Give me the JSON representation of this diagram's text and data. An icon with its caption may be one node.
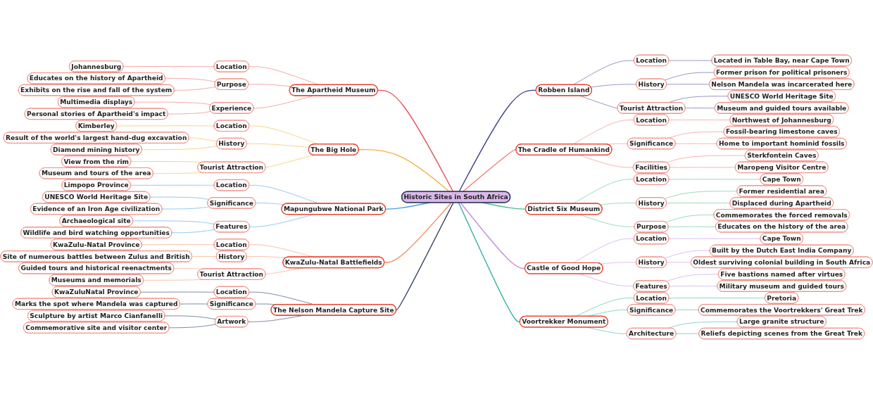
{
  "diagram": {
    "nodes": [
      {
        "text": [
          "Historic Sites in South Africa"
        ]
      },
      {
        "text": [
          "The Apartheid Museum"
        ]
      },
      {
        "text": [
          "Location"
        ]
      },
      {
        "text": [
          "Johannesburg"
        ]
      },
      {
        "text": [
          "Purpose"
        ]
      },
      {
        "text": [
          "Educates on the history of Apartheid"
        ]
      },
      {
        "text": [
          "Exhibits on the rise and fall of the system"
        ]
      },
      {
        "text": [
          "Experience"
        ]
      },
      {
        "text": [
          "Multimedia displays"
        ]
      },
      {
        "text": [
          "Personal stories of Apartheid's impact"
        ]
      },
      {
        "text": [
          "The Big Hole"
        ]
      },
      {
        "text": [
          "Location"
        ]
      },
      {
        "text": [
          "Kimberley"
        ]
      },
      {
        "text": [
          "History"
        ]
      },
      {
        "text": [
          "Result of the world's largest hand-dug excavation"
        ]
      },
      {
        "text": [
          "Diamond mining history"
        ]
      },
      {
        "text": [
          "Tourist Attraction"
        ]
      },
      {
        "text": [
          "View from the rim"
        ]
      },
      {
        "text": [
          "Museum and tours of the area"
        ]
      },
      {
        "text": [
          "Mapungubwe National Park"
        ]
      },
      {
        "text": [
          "Location"
        ]
      },
      {
        "text": [
          "Limpopo Province"
        ]
      },
      {
        "text": [
          "Significance"
        ]
      },
      {
        "text": [
          "UNESCO World Heritage Site"
        ]
      },
      {
        "text": [
          "Evidence of an Iron Age civilization"
        ]
      },
      {
        "text": [
          "Features"
        ]
      },
      {
        "text": [
          "Archaeological site"
        ]
      },
      {
        "text": [
          "Wildlife and bird watching opportunities"
        ]
      },
      {
        "text": [
          "KwaZulu-Natal Battlefields"
        ]
      },
      {
        "text": [
          "Location"
        ]
      },
      {
        "text": [
          "KwaZulu-Natal Province"
        ]
      },
      {
        "text": [
          "History"
        ]
      },
      {
        "text": [
          "Site of numerous battles between Zulus and British"
        ]
      },
      {
        "text": [
          "Tourist Attraction"
        ]
      },
      {
        "text": [
          "Guided tours and historical reenactments"
        ]
      },
      {
        "text": [
          "Museums and memorials"
        ]
      },
      {
        "text": [
          "The Nelson Mandela Capture Site"
        ]
      },
      {
        "text": [
          "Location"
        ]
      },
      {
        "text": [
          "KwaZuluNatal Province"
        ]
      },
      {
        "text": [
          "Significance"
        ]
      },
      {
        "text": [
          "Marks the spot where Mandela was captured"
        ]
      },
      {
        "text": [
          "Artwork"
        ]
      },
      {
        "text": [
          "Sculpture by artist Marco Cianfanelli"
        ]
      },
      {
        "text": [
          "Commemorative site and visitor center"
        ]
      },
      {
        "text": [
          "Robben Island"
        ]
      },
      {
        "text": [
          "Location"
        ]
      },
      {
        "text": [
          "Located in Table Bay, near Cape Town"
        ]
      },
      {
        "text": [
          "History"
        ]
      },
      {
        "text": [
          "Former prison for political prisoners"
        ]
      },
      {
        "text": [
          "Nelson Mandela was incarcerated here"
        ]
      },
      {
        "text": [
          "Tourist Attraction"
        ]
      },
      {
        "text": [
          "UNESCO World Heritage Site"
        ]
      },
      {
        "text": [
          "Museum and guided tours available"
        ]
      },
      {
        "text": [
          "The Cradle of Humankind"
        ]
      },
      {
        "text": [
          "Location"
        ]
      },
      {
        "text": [
          "Northwest of Johannesburg"
        ]
      },
      {
        "text": [
          "Significance"
        ]
      },
      {
        "text": [
          "Fossil-bearing limestone caves"
        ]
      },
      {
        "text": [
          "Home to important hominid fossils"
        ]
      },
      {
        "text": [
          "Facilities"
        ]
      },
      {
        "text": [
          "Sterkfontein Caves"
        ]
      },
      {
        "text": [
          "Maropeng Visitor Centre"
        ]
      },
      {
        "text": [
          "District Six Museum"
        ]
      },
      {
        "text": [
          "Location"
        ]
      },
      {
        "text": [
          "Cape Town"
        ]
      },
      {
        "text": [
          "History"
        ]
      },
      {
        "text": [
          "Former residential area"
        ]
      },
      {
        "text": [
          "Displaced during Apartheid"
        ]
      },
      {
        "text": [
          "Purpose"
        ]
      },
      {
        "text": [
          "Commemorates the forced removals"
        ]
      },
      {
        "text": [
          "Educates on the history of the area"
        ]
      },
      {
        "text": [
          "Castle of Good Hope"
        ]
      },
      {
        "text": [
          "Location"
        ]
      },
      {
        "text": [
          "Cape Town"
        ]
      },
      {
        "text": [
          "History"
        ]
      },
      {
        "text": [
          "Built by the Dutch East India Company"
        ]
      },
      {
        "text": [
          "Oldest surviving colonial building in South Africa"
        ]
      },
      {
        "text": [
          "Features"
        ]
      },
      {
        "text": [
          "Five bastions named after virtues"
        ]
      },
      {
        "text": [
          "Military museum and guided tours"
        ]
      },
      {
        "text": [
          "Voortrekker Monument"
        ]
      },
      {
        "text": [
          "Location"
        ]
      },
      {
        "text": [
          "Pretoria"
        ]
      },
      {
        "text": [
          "Significance"
        ]
      },
      {
        "text": [
          "Commemorates the Voortrekkers' Great Trek"
        ]
      },
      {
        "text": [
          "Architecture"
        ]
      },
      {
        "text": [
          "Large granite structure"
        ]
      },
      {
        "text": [
          "Reliefs depicting scenes from the Great Trek"
        ]
      }
    ],
    "edges": [
      {
        "from": 0,
        "to": 1,
        "arrow": "none",
        "color": "#e8505b"
      },
      {
        "from": 1,
        "to": 2,
        "arrow": "none",
        "color": "#f4a0a0"
      },
      {
        "from": 1,
        "to": 4,
        "arrow": "none",
        "color": "#f4a0a0"
      },
      {
        "from": 1,
        "to": 7,
        "arrow": "none",
        "color": "#f4a0a0"
      },
      {
        "from": 2,
        "to": 3,
        "arrow": "none",
        "color": "#f4a0a0"
      },
      {
        "from": 4,
        "to": 5,
        "arrow": "none",
        "color": "#f4a0a0"
      },
      {
        "from": 4,
        "to": 6,
        "arrow": "none",
        "color": "#f4a0a0"
      },
      {
        "from": 7,
        "to": 8,
        "arrow": "none",
        "color": "#f4a0a0"
      },
      {
        "from": 7,
        "to": 9,
        "arrow": "none",
        "color": "#f4a0a0"
      },
      {
        "from": 0,
        "to": 10,
        "arrow": "none",
        "color": "#f0b43c"
      },
      {
        "from": 10,
        "to": 11,
        "arrow": "none",
        "color": "#f5d080"
      },
      {
        "from": 10,
        "to": 13,
        "arrow": "none",
        "color": "#f5d080"
      },
      {
        "from": 10,
        "to": 16,
        "arrow": "none",
        "color": "#f5d080"
      },
      {
        "from": 11,
        "to": 12,
        "arrow": "none",
        "color": "#f5d080"
      },
      {
        "from": 13,
        "to": 14,
        "arrow": "none",
        "color": "#f5d080"
      },
      {
        "from": 13,
        "to": 15,
        "arrow": "none",
        "color": "#f5d080"
      },
      {
        "from": 16,
        "to": 17,
        "arrow": "none",
        "color": "#f5d080"
      },
      {
        "from": 16,
        "to": 18,
        "arrow": "none",
        "color": "#f5d080"
      },
      {
        "from": 0,
        "to": 19,
        "arrow": "none",
        "color": "#4a9fe0"
      },
      {
        "from": 19,
        "to": 20,
        "arrow": "none",
        "color": "#8cc4ef"
      },
      {
        "from": 19,
        "to": 22,
        "arrow": "none",
        "color": "#8cc4ef"
      },
      {
        "from": 19,
        "to": 25,
        "arrow": "none",
        "color": "#8cc4ef"
      },
      {
        "from": 20,
        "to": 21,
        "arrow": "none",
        "color": "#8cc4ef"
      },
      {
        "from": 22,
        "to": 23,
        "arrow": "none",
        "color": "#8cc4ef"
      },
      {
        "from": 22,
        "to": 24,
        "arrow": "none",
        "color": "#8cc4ef"
      },
      {
        "from": 25,
        "to": 26,
        "arrow": "none",
        "color": "#8cc4ef"
      },
      {
        "from": 25,
        "to": 27,
        "arrow": "none",
        "color": "#8cc4ef"
      },
      {
        "from": 0,
        "to": 28,
        "arrow": "none",
        "color": "#f08c5a"
      },
      {
        "from": 28,
        "to": 29,
        "arrow": "none",
        "color": "#f6bc9c"
      },
      {
        "from": 28,
        "to": 31,
        "arrow": "none",
        "color": "#f6bc9c"
      },
      {
        "from": 28,
        "to": 33,
        "arrow": "none",
        "color": "#f6bc9c"
      },
      {
        "from": 29,
        "to": 30,
        "arrow": "none",
        "color": "#f6bc9c"
      },
      {
        "from": 31,
        "to": 32,
        "arrow": "none",
        "color": "#f6bc9c"
      },
      {
        "from": 33,
        "to": 34,
        "arrow": "none",
        "color": "#f6bc9c"
      },
      {
        "from": 33,
        "to": 35,
        "arrow": "none",
        "color": "#f6bc9c"
      },
      {
        "from": 0,
        "to": 36,
        "arrow": "none",
        "color": "#2c3c5a"
      },
      {
        "from": 36,
        "to": 37,
        "arrow": "none",
        "color": "#6f7f98"
      },
      {
        "from": 36,
        "to": 39,
        "arrow": "none",
        "color": "#6f7f98"
      },
      {
        "from": 36,
        "to": 41,
        "arrow": "none",
        "color": "#6f7f98"
      },
      {
        "from": 37,
        "to": 38,
        "arrow": "none",
        "color": "#6f7f98"
      },
      {
        "from": 39,
        "to": 40,
        "arrow": "none",
        "color": "#6f7f98"
      },
      {
        "from": 41,
        "to": 42,
        "arrow": "none",
        "color": "#6f7f98"
      },
      {
        "from": 41,
        "to": 43,
        "arrow": "none",
        "color": "#6f7f98"
      },
      {
        "from": 0,
        "to": 44,
        "arrow": "none",
        "color": "#3f3f8f"
      },
      {
        "from": 44,
        "to": 45,
        "arrow": "none",
        "color": "#8a8ac0"
      },
      {
        "from": 44,
        "to": 47,
        "arrow": "none",
        "color": "#8a8ac0"
      },
      {
        "from": 44,
        "to": 50,
        "arrow": "none",
        "color": "#8a8ac0"
      },
      {
        "from": 45,
        "to": 46,
        "arrow": "none",
        "color": "#8a8ac0"
      },
      {
        "from": 47,
        "to": 48,
        "arrow": "none",
        "color": "#8a8ac0"
      },
      {
        "from": 47,
        "to": 49,
        "arrow": "none",
        "color": "#8a8ac0"
      },
      {
        "from": 50,
        "to": 51,
        "arrow": "none",
        "color": "#8a8ac0"
      },
      {
        "from": 50,
        "to": 52,
        "arrow": "none",
        "color": "#8a8ac0"
      },
      {
        "from": 0,
        "to": 53,
        "arrow": "none",
        "color": "#f47c7c"
      },
      {
        "from": 53,
        "to": 54,
        "arrow": "none",
        "color": "#f8aaaa"
      },
      {
        "from": 53,
        "to": 56,
        "arrow": "none",
        "color": "#f8aaaa"
      },
      {
        "from": 53,
        "to": 59,
        "arrow": "none",
        "color": "#f8aaaa"
      },
      {
        "from": 54,
        "to": 55,
        "arrow": "none",
        "color": "#f8aaaa"
      },
      {
        "from": 56,
        "to": 57,
        "arrow": "none",
        "color": "#f8aaaa"
      },
      {
        "from": 56,
        "to": 58,
        "arrow": "none",
        "color": "#f8aaaa"
      },
      {
        "from": 59,
        "to": 60,
        "arrow": "none",
        "color": "#f8aaaa"
      },
      {
        "from": 59,
        "to": 61,
        "arrow": "none",
        "color": "#f8aaaa"
      },
      {
        "from": 0,
        "to": 62,
        "arrow": "none",
        "color": "#4cc08a"
      },
      {
        "from": 62,
        "to": 63,
        "arrow": "none",
        "color": "#8ed8b4"
      },
      {
        "from": 62,
        "to": 65,
        "arrow": "none",
        "color": "#8ed8b4"
      },
      {
        "from": 62,
        "to": 68,
        "arrow": "none",
        "color": "#8ed8b4"
      },
      {
        "from": 63,
        "to": 64,
        "arrow": "none",
        "color": "#8ed8b4"
      },
      {
        "from": 65,
        "to": 66,
        "arrow": "none",
        "color": "#8ed8b4"
      },
      {
        "from": 65,
        "to": 67,
        "arrow": "none",
        "color": "#8ed8b4"
      },
      {
        "from": 68,
        "to": 69,
        "arrow": "none",
        "color": "#8ed8b4"
      },
      {
        "from": 68,
        "to": 70,
        "arrow": "none",
        "color": "#8ed8b4"
      },
      {
        "from": 0,
        "to": 71,
        "arrow": "none",
        "color": "#c090e0"
      },
      {
        "from": 71,
        "to": 72,
        "arrow": "none",
        "color": "#d6b8ee"
      },
      {
        "from": 71,
        "to": 74,
        "arrow": "none",
        "color": "#d6b8ee"
      },
      {
        "from": 71,
        "to": 77,
        "arrow": "none",
        "color": "#d6b8ee"
      },
      {
        "from": 72,
        "to": 73,
        "arrow": "none",
        "color": "#d6b8ee"
      },
      {
        "from": 74,
        "to": 75,
        "arrow": "none",
        "color": "#d6b8ee"
      },
      {
        "from": 74,
        "to": 76,
        "arrow": "none",
        "color": "#d6b8ee"
      },
      {
        "from": 77,
        "to": 78,
        "arrow": "none",
        "color": "#d6b8ee"
      },
      {
        "from": 77,
        "to": 79,
        "arrow": "none",
        "color": "#d6b8ee"
      },
      {
        "from": 0,
        "to": 80,
        "arrow": "none",
        "color": "#2eb0a0"
      },
      {
        "from": 80,
        "to": 81,
        "arrow": "none",
        "color": "#80d0c4"
      },
      {
        "from": 80,
        "to": 83,
        "arrow": "none",
        "color": "#80d0c4"
      },
      {
        "from": 80,
        "to": 85,
        "arrow": "none",
        "color": "#80d0c4"
      },
      {
        "from": 81,
        "to": 82,
        "arrow": "none",
        "color": "#80d0c4"
      },
      {
        "from": 83,
        "to": 84,
        "arrow": "none",
        "color": "#80d0c4"
      },
      {
        "from": 85,
        "to": 86,
        "arrow": "none",
        "color": "#80d0c4"
      },
      {
        "from": 85,
        "to": 87,
        "arrow": "none",
        "color": "#80d0c4"
      }
    ]
  }
}
